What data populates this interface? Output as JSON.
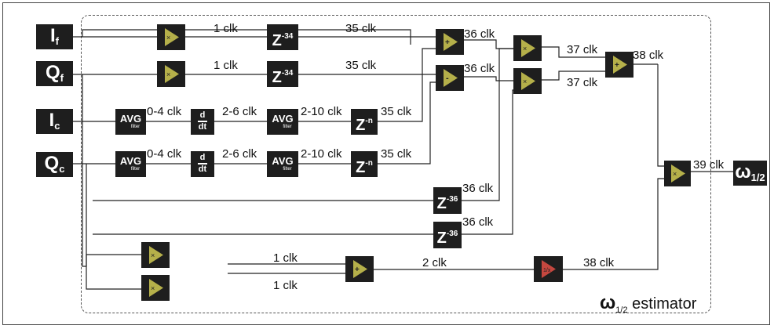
{
  "inputs": {
    "i_f": {
      "main": "I",
      "sub": "f"
    },
    "q_f": {
      "main": "Q",
      "sub": "f"
    },
    "i_c": {
      "main": "I",
      "sub": "c"
    },
    "q_c": {
      "main": "Q",
      "sub": "c"
    }
  },
  "output": {
    "main": "ω",
    "sub": "1/2"
  },
  "estimator": {
    "symbol": "ω",
    "sub": "1/2",
    "text": "estimator"
  },
  "blocks": {
    "avg": "AVG",
    "avg_sub": "filter",
    "deriv_num": "d",
    "deriv_den": "dt",
    "z": "Z",
    "z34": "-34",
    "zn": "-n",
    "z36": "-36"
  },
  "labels": {
    "l_1clk_a": "1 clk",
    "l_1clk_b": "1 clk",
    "l_35clk_a": "35 clk",
    "l_35clk_b": "35 clk",
    "l_36clk_a": "36 clk",
    "l_36clk_b": "36 clk",
    "l_37clk_a": "37 clk",
    "l_37clk_b": "37 clk",
    "l_38clk_a": "38 clk",
    "l_04_a": "0-4 clk",
    "l_26_a": "2-6 clk",
    "l_210_a": "2-10 clk",
    "l_35clk_c": "35 clk",
    "l_04_b": "0-4 clk",
    "l_26_b": "2-6 clk",
    "l_210_b": "2-10 clk",
    "l_35clk_d": "35 clk",
    "l_39clk": "39 clk",
    "l_36clk_c": "36 clk",
    "l_36clk_d": "36 clk",
    "l_1clk_c": "1 clk",
    "l_1clk_d": "1 clk",
    "l_2clk": "2 clk",
    "l_38clk_b": "38 clk"
  },
  "colors": {
    "block": "#1e1e1e",
    "operator_olive": "#b5b04a",
    "operator_red": "#c4473f",
    "wire": "#222222"
  },
  "icons": {
    "multiply": "multiply-triangle-icon",
    "add": "add-triangle-icon",
    "subtract": "subtract-triangle-icon",
    "reciprocal": "reciprocal-triangle-icon"
  }
}
